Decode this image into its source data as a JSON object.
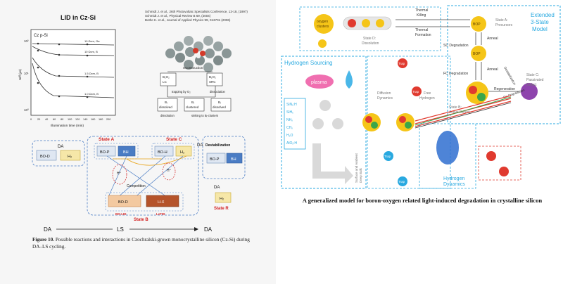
{
  "lid_chart": {
    "title": "LID in Cz-Si",
    "subtitle": "Cz p-Si",
    "ylabel": "τeff (μs)",
    "xlabel": "Illumination time (min)",
    "y_ticks": [
      "10²",
      "10¹",
      "10⁰"
    ],
    "x_ticks": [
      "0",
      "20",
      "40",
      "60",
      "80",
      "100",
      "120",
      "140",
      "160",
      "180",
      "200"
    ],
    "series_labels": [
      "10 Ωcm, Ga",
      "10 Ωcm, B",
      "1.5 Ωcm, B",
      "1.0 Ωcm, B"
    ]
  },
  "references": [
    "Schmidt J. et al., 26th Photovoltaic Specialists Conference, 13-18, (1997)",
    "Schmidt J. et al., Physical Review B 69, (2004)",
    "Bothe K. et al., Journal of Applied Physics 99, 013701 (2006)"
  ],
  "reaction_flow": {
    "reconstruction": "reconstruction",
    "box_lc": [
      "B₁O₂",
      "LC"
    ],
    "box_src": [
      "B₁O₂",
      "SRC"
    ],
    "trapping": "trapping by O₂",
    "dissociation": "dissociation",
    "b_dissolved_left": [
      "Bᵢ",
      "dissolved"
    ],
    "b_clustered": [
      "Bᵢ",
      "clustered"
    ],
    "b_dissolved_right": [
      "Bᵢ",
      "dissolved"
    ],
    "bottom_dissolution": "dissolution",
    "bottom_sinking": "sinking to Bᵢ-clusters"
  },
  "fig10": {
    "da_top_left": "DA",
    "bo_d": "BO-D",
    "h2": "H₂",
    "state_a": "State A",
    "state_c": "State C",
    "bo_p": "BO-P",
    "bh": "BH",
    "bo_h": "BO-H",
    "h2_c": "H₂",
    "da_right": "DA",
    "destabilization": "Destabilization",
    "bo_p_r": "BO-P",
    "bh_r": "BH",
    "competition": "Competition",
    "h_plus": "H⁺",
    "h_plus_2": "H⁺",
    "bo_ld": "BO-LID",
    "le_tid": "LeTID",
    "bo_d_b": "BO-D",
    "h_x": "H-X",
    "state_b": "State B",
    "da_bottom": "DA",
    "h2_r": "H₂",
    "state_r": "State R",
    "axis_left": "DA",
    "axis_mid": "LS",
    "axis_right": "DA"
  },
  "figure_caption": {
    "label": "Figure 10.",
    "text": "Possible reactions and interactions in Czochralski-grown monocrystalline silicon (Cz-Si) during DA–LS cycling."
  },
  "bo_model": {
    "extended_title": [
      "Extended",
      "3-State",
      "Model"
    ],
    "oxygen_clusters": [
      "oxygen",
      "clusters"
    ],
    "state_d": [
      "State D:",
      "Dissolution"
    ],
    "thermal_killing": [
      "Thermal",
      "Killing"
    ],
    "thermal_formation": [
      "Thermal",
      "Formation"
    ],
    "state_a": [
      "State A:",
      "Precursors"
    ],
    "bop_a": "BOP",
    "anneal1": "Anneal",
    "sc_degradation": "SC Degradation",
    "fc_degradation": "FC Degradation",
    "anneal2": "Anneal",
    "destabilization": "Destabilization",
    "state_c": [
      "State C:",
      "Passivated",
      "Defect"
    ],
    "state_b": [
      "State B:",
      "Active Defect"
    ],
    "regeneration": "Regeneration",
    "re_degradation": "Re-Degradation",
    "hydrogen_sourcing": "Hydrogen Sourcing",
    "plasma": "plasma",
    "sources": [
      "SiNₓ:H",
      "SiHₓ",
      "NHₓ",
      "CHₓ",
      "H₂O",
      "AlOₓ:H"
    ],
    "diffusion_dynamics": [
      "Diffusion",
      "Dynamics"
    ],
    "free_hydrogen": [
      "Free",
      "Hydrogen"
    ],
    "effusion": "Effusion",
    "surface_bulk": [
      "Surface and Ambient",
      "Deep Bulk"
    ],
    "hydrogen_dynamics": [
      "Hydrogen",
      "Dynamics"
    ],
    "trap": "Trap",
    "colors": {
      "cyan_border": "#29a9e0",
      "red": "#e03a2f",
      "green": "#3aa64a",
      "yellow": "#f5c518",
      "purple": "#8e44ad",
      "blue": "#2f6fd0"
    }
  },
  "main_caption": "A generalized model for boron-oxygen related light-induced degradation in crystalline silicon"
}
